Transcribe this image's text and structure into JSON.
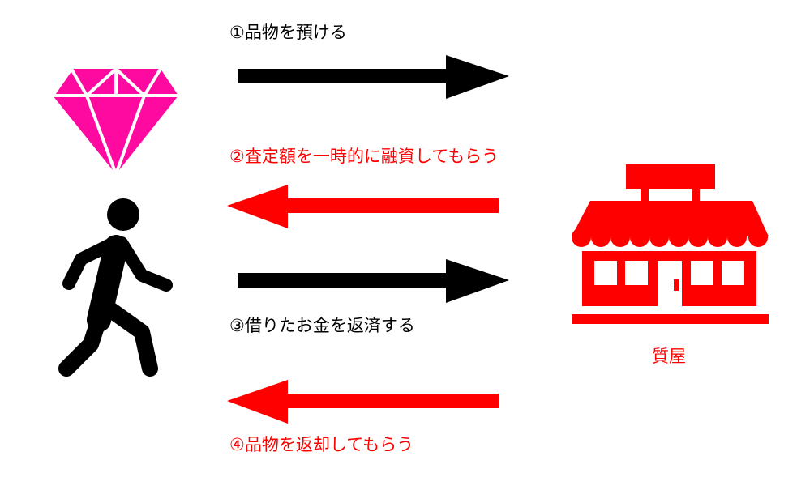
{
  "steps": [
    {
      "text": "①品物を預ける",
      "color": "#000000",
      "direction": "right"
    },
    {
      "text": "②査定額を一時的に融資してもらう",
      "color": "#ff0000",
      "direction": "left"
    },
    {
      "text": "③借りたお金を返済する",
      "color": "#000000",
      "direction": "right"
    },
    {
      "text": "④品物を返却してもらう",
      "color": "#ff0000",
      "direction": "left"
    }
  ],
  "shop": {
    "label": "質屋",
    "color": "#ff0000"
  },
  "colors": {
    "diamond": "#ff0aa0",
    "person": "#000000"
  }
}
